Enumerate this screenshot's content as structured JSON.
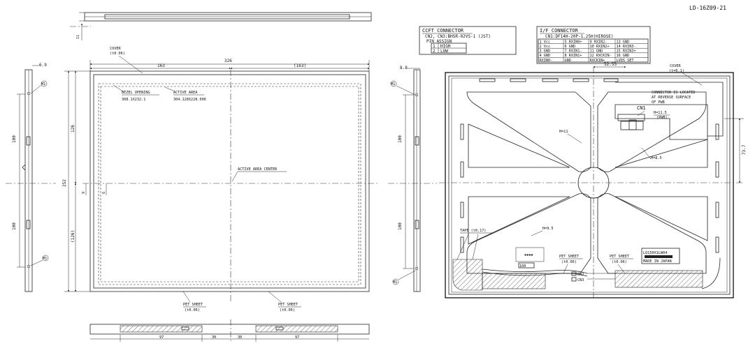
{
  "drawing": {
    "doc_number": "LD-16Z09-21",
    "top_thickness": "11",
    "left_side": {
      "top_dim": "6.9",
      "dim_upper": "100",
      "dim_lower": "100",
      "marker": "M1",
      "marker2": "M1"
    },
    "front": {
      "cover_label": "COVER",
      "cover_sub": "(t0.06)",
      "width_total": "326",
      "width_left": "163",
      "width_right": "(163)",
      "bezel_label": "BEZEL OPENING",
      "bezel_value": "308.1X232.1",
      "active_label": "ACTIVE AREA",
      "active_value": "304.128X228.096",
      "center_label": "ACTIVE AREA CENTER",
      "height_total": "252",
      "height_upper": "126",
      "height_lower": "(126)",
      "small_dim_a": "9",
      "small_dim_b": "6",
      "pet_left_label": "PET SHEET",
      "pet_left_sub": "(t0.06)",
      "pet_right_label": "PET SHEET",
      "pet_right_sub": "(t0.06)"
    },
    "bottom_view": {
      "dim_a": "97",
      "dim_b": "30",
      "dim_c": "30",
      "dim_d": "97"
    },
    "right_side": {
      "top_dim": "8.8",
      "dim_upper": "100",
      "dim_lower": "100",
      "marker": "M1",
      "marker2": "M1"
    },
    "ccft": {
      "title": "CCFT CONNECTOR",
      "line1": "CN2, CN3:BHSR-02VS-1 (JST)",
      "line2": "PIN ASSIGN",
      "rows": [
        {
          "pin": "1",
          "name": "HIGH"
        },
        {
          "pin": "2",
          "name": "LOW"
        }
      ]
    },
    "iface": {
      "title": "I/F CONNECTOR",
      "line1": "CN1:DF14H-20P-1.25H(HIROSE)",
      "grid": [
        [
          "1 Vcc",
          "5 RXIN0+",
          "9 RXIN2-",
          "13 GND"
        ],
        [
          "2 Vcc",
          "6 GND",
          "10 RXIN2+",
          "14 RXIN3-"
        ],
        [
          "3 GND",
          "7 RXIN1-",
          "11 GND",
          "15 RXIN3+"
        ],
        [
          "4 GND",
          "8 RXIN1+",
          "12 RXCKIN-",
          "16 GND"
        ],
        [
          "RXIN0-",
          "GND",
          "RXCKIN+",
          "LVDS_SET"
        ]
      ]
    },
    "back": {
      "dim_top": "52.55",
      "cover_label": "COVER",
      "cover_sub": "(t=0.1)",
      "note1": "CONNECTOR IS LOCATED",
      "note2": "AT REVERSE SURFACE",
      "note3": "OF PWB",
      "cn1": "CN1",
      "h115": "H=11.5",
      "pwb": "(PWB)",
      "h11": "H=11",
      "h85": "H=8.5",
      "h95": "H=9.5",
      "dim_right": "73.7",
      "tape_label": "TAPE (t0.17)",
      "pet_a_label": "PET SHEET",
      "pet_a_sub": "(t0.06)",
      "pet_b_label": "PET SHEET",
      "pet_b_sub": "(t0.06)",
      "cn2": "CN2",
      "cn3": "CN3",
      "label_a": "LQ150X1LW04",
      "label_b": "MADE IN JAPAN",
      "small_dim": "100"
    }
  }
}
